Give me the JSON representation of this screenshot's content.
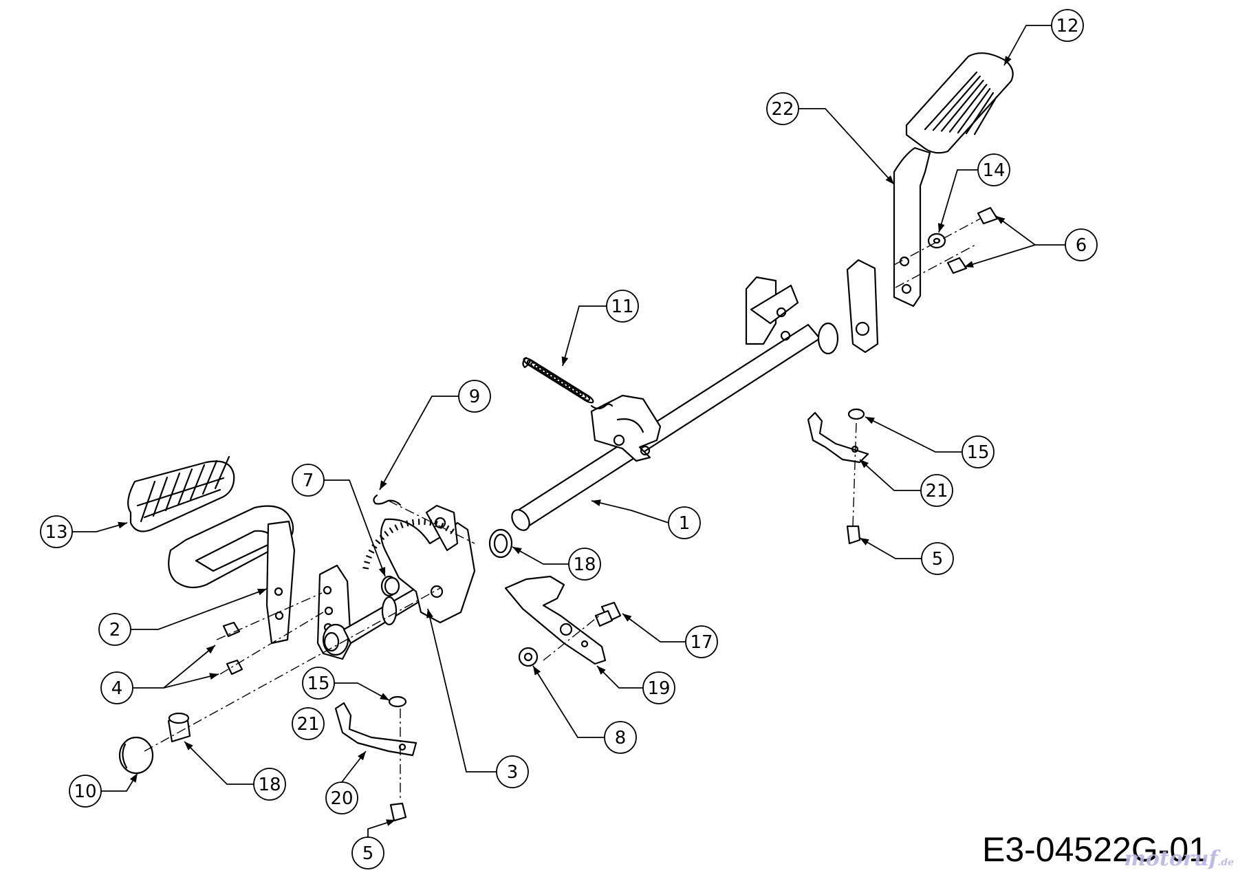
{
  "drawing_code": "E3-04522G-01",
  "watermark": {
    "name": "motoruf",
    "tld": ".de"
  },
  "callouts": [
    "1",
    "2",
    "3",
    "4",
    "5",
    "5",
    "6",
    "7",
    "8",
    "9",
    "10",
    "11",
    "12",
    "13",
    "14",
    "15",
    "15",
    "17",
    "18",
    "18",
    "19",
    "20",
    "21",
    "21",
    "22"
  ]
}
